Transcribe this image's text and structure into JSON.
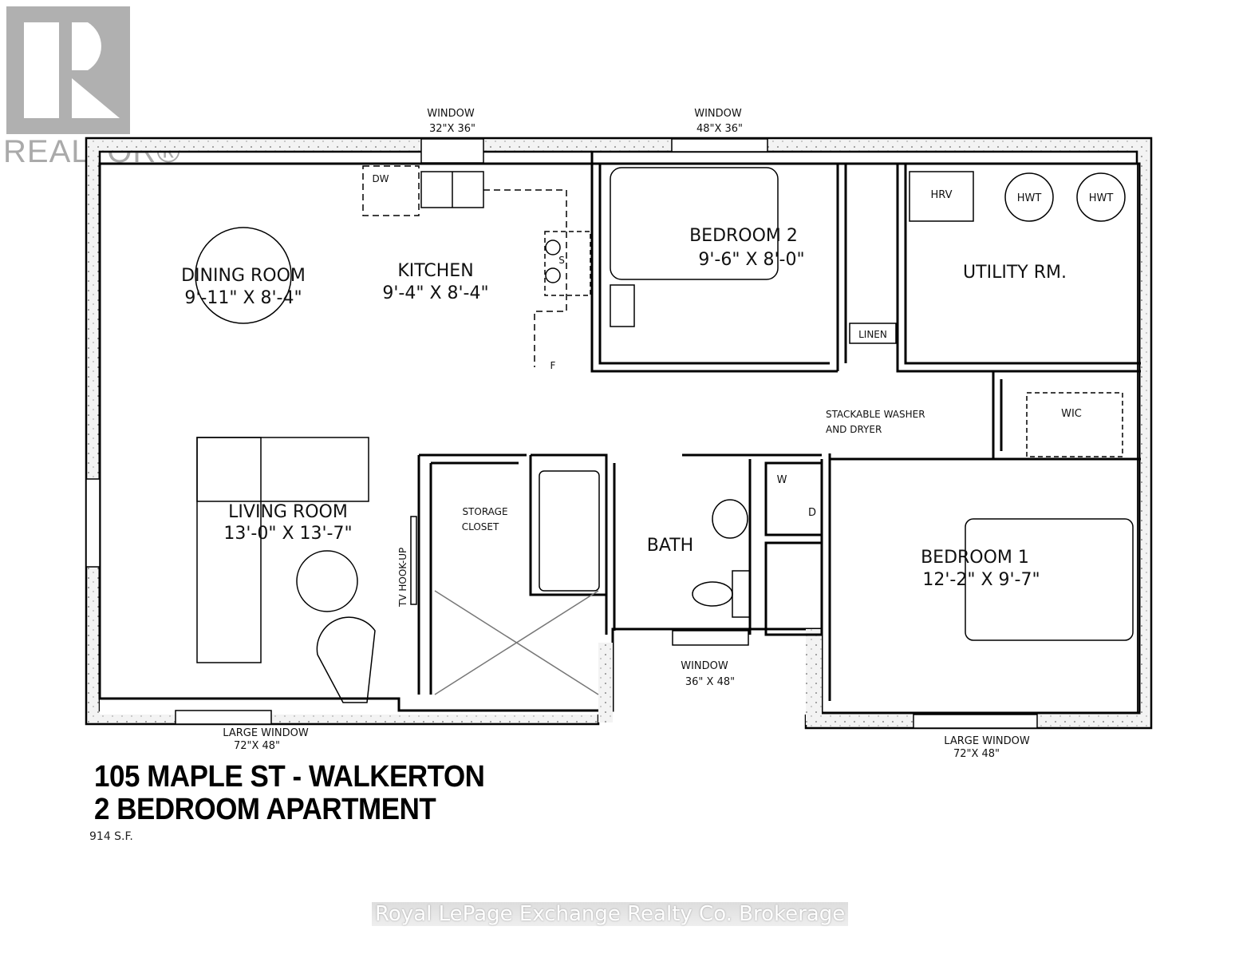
{
  "logo": {
    "text": "REALTOR®"
  },
  "windows": {
    "kitchen": {
      "label": "WINDOW",
      "size": "32\"X 36\""
    },
    "bedroom2": {
      "label": "WINDOW",
      "size": "48\"X 36\""
    },
    "bath": {
      "label": "WINDOW",
      "size": "36\" X 48\""
    },
    "living": {
      "label": "LARGE WINDOW",
      "size": "72\"X 48\""
    },
    "bedroom1": {
      "label": "LARGE WINDOW",
      "size": "72\"X 48\""
    }
  },
  "rooms": {
    "dining": {
      "name": "DINING ROOM",
      "dims": "9'-11\" X 8'-4\""
    },
    "kitchen": {
      "name": "KITCHEN",
      "dims": "9'-4\" X 8'-4\""
    },
    "bedroom2": {
      "name": "BEDROOM 2",
      "dims": "9'-6\" X 8'-0\""
    },
    "utility": {
      "name": "UTILITY RM."
    },
    "living": {
      "name": "LIVING ROOM",
      "dims": "13'-0\" X 13'-7\""
    },
    "bath": {
      "name": "BATH"
    },
    "bedroom1": {
      "name": "BEDROOM 1",
      "dims": "12'-2\" X 9'-7\""
    }
  },
  "fixtures": {
    "dw": "DW",
    "sink": "S",
    "fridge": "F",
    "hrv": "HRV",
    "hwt1": "HWT",
    "hwt2": "HWT",
    "linen": "LINEN",
    "wic": "WIC",
    "washer": "W",
    "dryer": "D",
    "storage1": "STORAGE",
    "storage2": "CLOSET",
    "tv": "TV HOOK-UP",
    "laundry1": "STACKABLE WASHER",
    "laundry2": "AND DRYER"
  },
  "title": {
    "line1": "105 MAPLE ST - WALKERTON",
    "line2": "2 BEDROOM APARTMENT",
    "area": "914 S.F."
  },
  "watermark": "Royal LePage Exchange Realty Co. Brokerage"
}
